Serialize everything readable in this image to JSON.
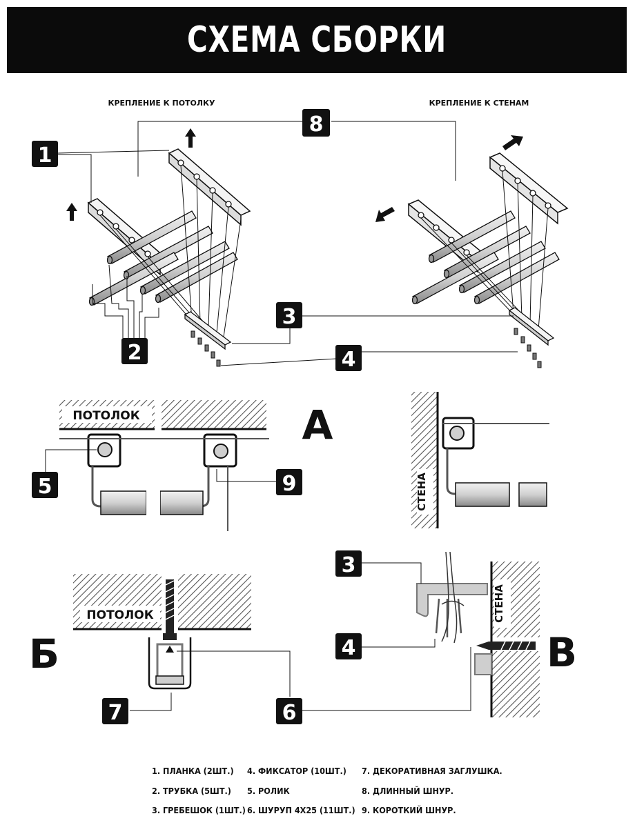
{
  "title": "СХЕМА СБОРКИ",
  "captions": {
    "ceiling_mount": "КРЕПЛЕНИЕ К ПОТОЛКУ",
    "wall_mount": "КРЕПЛЕНИЕ К СТЕНАМ"
  },
  "surfaces": {
    "ceiling_a": "ПОТОЛОК",
    "wall_a": "СТЕНА",
    "ceiling_b": "ПОТОЛОК",
    "wall_c": "СТЕНА"
  },
  "section_letters": {
    "a": "А",
    "b": "Б",
    "c": "В"
  },
  "callouts": {
    "n1": "1",
    "n2": "2",
    "n3": "3",
    "n4": "4",
    "n5": "5",
    "n6": "6",
    "n7": "7",
    "n8": "8",
    "n9": "9",
    "n3c": "3",
    "n4c": "4"
  },
  "legend": [
    "1. ПЛАНКА (2ШТ.)",
    "4. ФИКСАТОР (10ШТ.)",
    "7. ДЕКОРАТИВНАЯ ЗАГЛУШКА.",
    "2. ТРУБКА (5ШТ.)",
    "5. РОЛИК",
    "8. ДЛИННЫЙ ШНУР.",
    "3. ГРЕБЕШОК (1ШТ.)",
    "6. ШУРУП 4Х25 (11ШТ.)",
    "9. КОРОТКИЙ ШНУР."
  ],
  "colors": {
    "banner": "#0b0b0b",
    "ink": "#111111",
    "tube": "#cfcfcf",
    "hatch": "#666666"
  }
}
